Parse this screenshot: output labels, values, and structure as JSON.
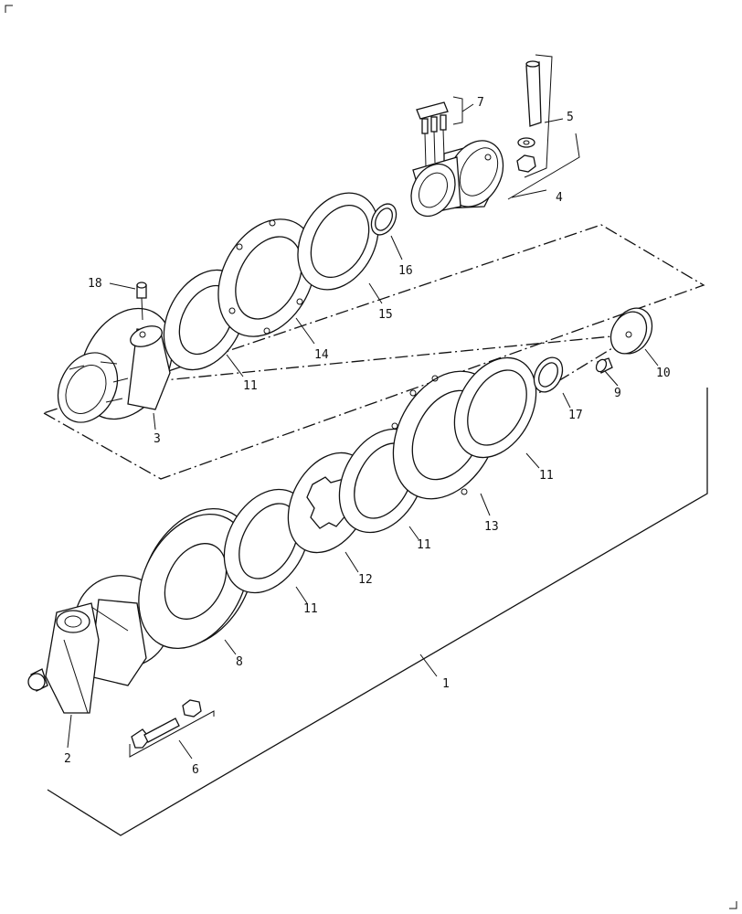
{
  "labels": {
    "l1": "1",
    "l2": "2",
    "l3": "3",
    "l4": "4",
    "l5": "5",
    "l6": "6",
    "l7": "7",
    "l8": "8",
    "l9": "9",
    "l10": "10",
    "l11a": "11",
    "l11b": "11",
    "l11c": "11",
    "l11d": "11",
    "l12": "12",
    "l13": "13",
    "l14": "14",
    "l15": "15",
    "l16": "16",
    "l17": "17",
    "l18": "18"
  }
}
